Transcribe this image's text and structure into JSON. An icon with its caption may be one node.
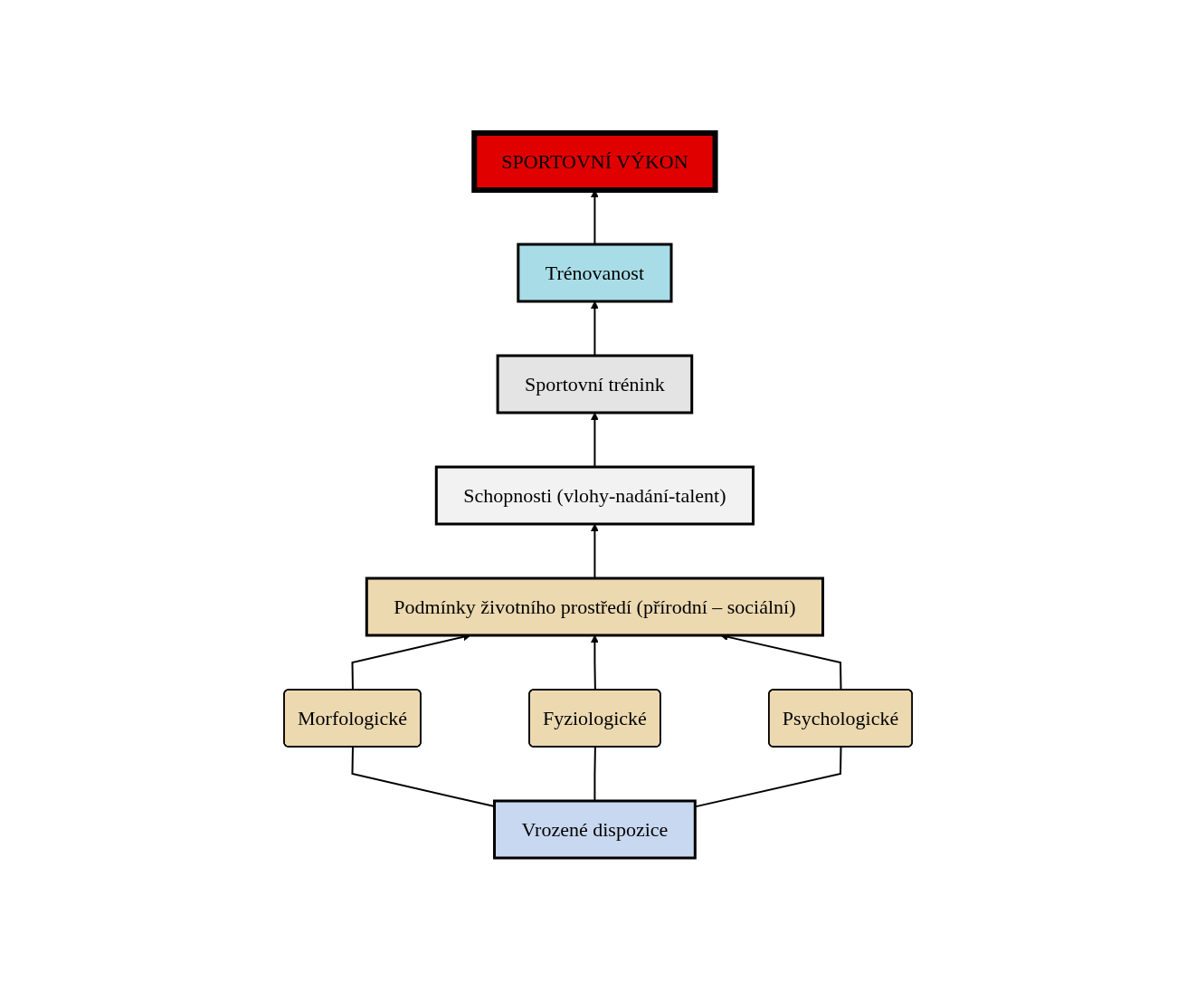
{
  "diagram": {
    "nodes": [
      {
        "text": [
          "SPORTOVNÍ VÝKON"
        ]
      },
      {
        "text": [
          "Trénovanost"
        ]
      },
      {
        "text": [
          "Sportovní trénink"
        ]
      },
      {
        "text": [
          "Schopnosti (vlohy-nadání-talent)"
        ]
      },
      {
        "text": [
          "Podmínky životního prostředí (přírodní – sociální)"
        ]
      },
      {
        "text": [
          "Morfologické"
        ]
      },
      {
        "text": [
          "Fyziologické"
        ]
      },
      {
        "text": [
          "Psychologické"
        ]
      },
      {
        "text": [
          "Vrozené dispozice"
        ]
      }
    ],
    "edges": [
      {
        "from": 1,
        "to": 0,
        "arrow": "to"
      },
      {
        "from": 2,
        "to": 1,
        "arrow": "to"
      },
      {
        "from": 3,
        "to": 2,
        "arrow": "to"
      },
      {
        "from": 4,
        "to": 3,
        "arrow": "to"
      },
      {
        "from": 5,
        "to": 4,
        "arrow": "to"
      },
      {
        "from": 6,
        "to": 4,
        "arrow": "to"
      },
      {
        "from": 7,
        "to": 4,
        "arrow": "to"
      },
      {
        "from": 8,
        "to": 5,
        "arrow": "none"
      },
      {
        "from": 8,
        "to": 6,
        "arrow": "none"
      },
      {
        "from": 8,
        "to": 7,
        "arrow": "none"
      }
    ]
  }
}
